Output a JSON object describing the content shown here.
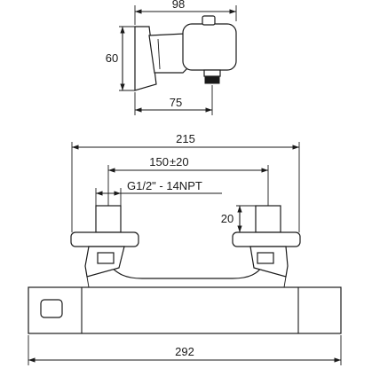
{
  "dimensions": {
    "top_width": "98",
    "side_height": "60",
    "outlet_offset": "75",
    "inlet_span": "215",
    "center_distance": "150",
    "center_tolerance": "±20",
    "thread_spec": "G1/2\" - 14NPT",
    "inlet_depth": "20",
    "body_width": "292"
  },
  "colors": {
    "line": "#1a1a1a",
    "background": "#ffffff"
  }
}
